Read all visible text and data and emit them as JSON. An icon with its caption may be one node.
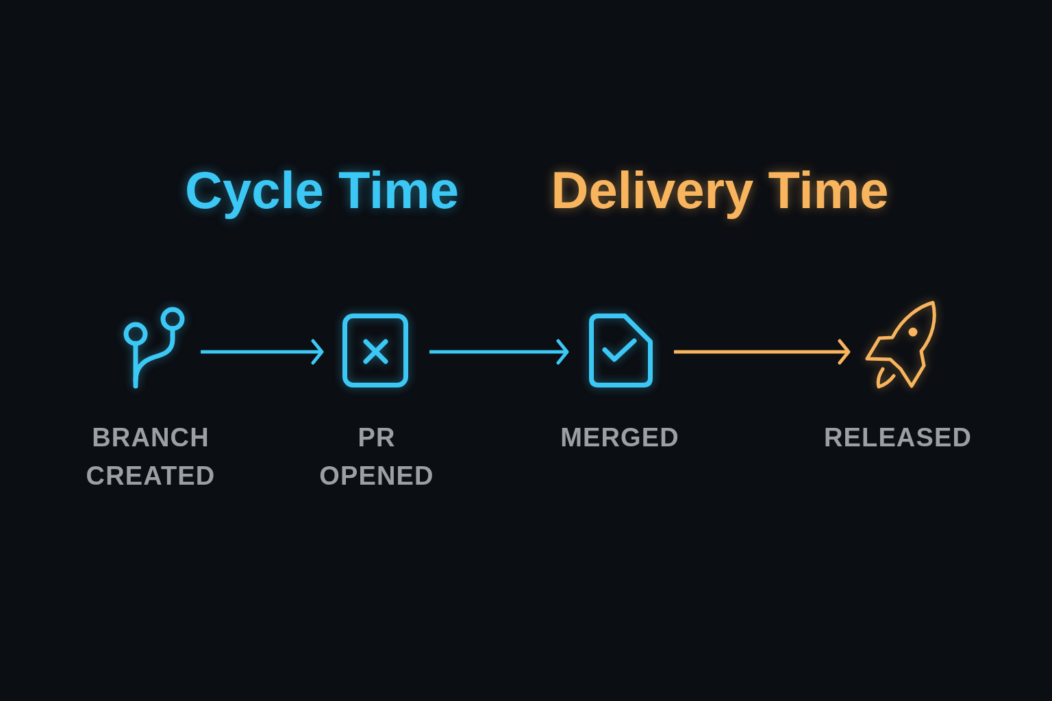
{
  "diagram": {
    "nodes": [
      {
        "text": [],
        "shape": "picture",
        "beside": [
          "BRANCH CREATED"
        ]
      },
      {
        "text": [],
        "shape": "picture",
        "beside": [
          "PR OPENED"
        ]
      },
      {
        "text": [],
        "shape": "picture",
        "beside": [
          "MERGED"
        ]
      },
      {
        "text": [],
        "shape": "picture",
        "beside": [
          "RELEASED"
        ]
      }
    ],
    "edges": [
      {
        "from": 0,
        "to": 1,
        "arrow": "to"
      },
      {
        "from": 1,
        "to": 2,
        "arrow": "to"
      },
      {
        "from": 2,
        "to": 3,
        "arrow": "to",
        "color": "#f8b55e"
      }
    ],
    "labels": [
      "Cycle Time",
      "Delivery Time"
    ]
  }
}
